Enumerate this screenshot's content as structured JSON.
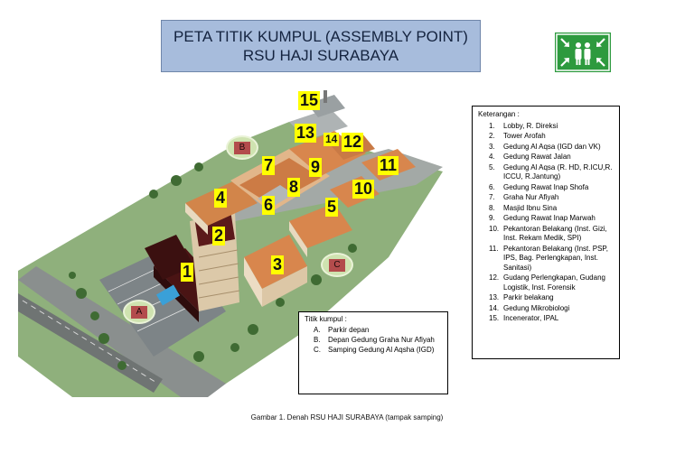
{
  "title": {
    "line1": "PETA TITIK KUMPUL (ASSEMBLY POINT)",
    "line2": "RSU HAJI SURABAYA",
    "bg_color": "#a7bcdc"
  },
  "sign": {
    "icon": "assembly-point-icon",
    "color": "#2d9a3e"
  },
  "markers": [
    "1",
    "2",
    "3",
    "4",
    "5",
    "6",
    "7",
    "8",
    "9",
    "10",
    "11",
    "12",
    "13",
    "14",
    "15"
  ],
  "assembly_points": [
    "A",
    "B",
    "C"
  ],
  "legend": {
    "heading": "Titik kumpul :",
    "items": [
      {
        "key": "A.",
        "text": "Parkir depan"
      },
      {
        "key": "B.",
        "text": "Depan Gedung Graha Nur Afiyah"
      },
      {
        "key": "C.",
        "text": "Samping  Gedung Al Aqsha (IGD)"
      }
    ]
  },
  "keterangan": {
    "heading": "Keterangan :",
    "items": [
      {
        "key": "1.",
        "text": "Lobby, R. Direksi"
      },
      {
        "key": "2.",
        "text": "Tower Arofah"
      },
      {
        "key": "3.",
        "text": "Gedung Al Aqsa (IGD dan VK)"
      },
      {
        "key": "4.",
        "text": "Gedung Rawat Jalan"
      },
      {
        "key": "5.",
        "text": "Gedung Al Aqsa (R. HD, R.ICU,R. ICCU, R.Jantung)"
      },
      {
        "key": "6.",
        "text": "Gedung Rawat Inap Shofa"
      },
      {
        "key": "7.",
        "text": "Graha Nur Afiyah"
      },
      {
        "key": "8.",
        "text": "Masjid Ibnu Sina"
      },
      {
        "key": "9.",
        "text": "Gedung Rawat Inap Marwah"
      },
      {
        "key": "10.",
        "text": "Pekantoran Belakang (Inst. Gizi, Inst. Rekam Medik, SPI)"
      },
      {
        "key": "11.",
        "text": "Pekantoran Belakang (Inst. PSP, IPS, Bag. Perlengkapan, Inst. Sanitasi)"
      },
      {
        "key": "12.",
        "text": "Gudang Perlengkapan, Gudang Logistik, Inst. Forensik"
      },
      {
        "key": "13.",
        "text": "Parkir belakang"
      },
      {
        "key": "14.",
        "text": "Gedung Mikrobiologi"
      },
      {
        "key": "15.",
        "text": "Incenerator, IPAL"
      }
    ]
  },
  "caption": "Gambar 1. Denah RSU HAJI SURABAYA (tampak samping)"
}
